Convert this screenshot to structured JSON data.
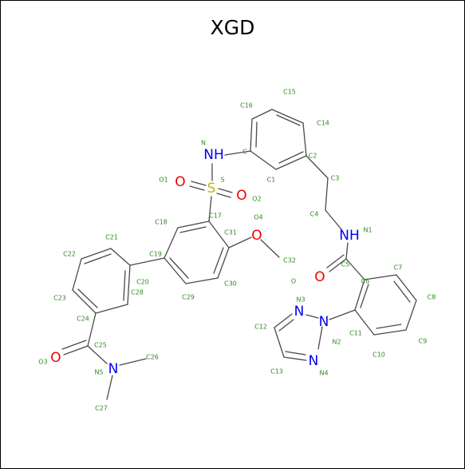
{
  "title": "XGD",
  "colors": {
    "carbon_label": "#2e8b1e",
    "nitrogen": "#0000ee",
    "oxygen": "#ee0000",
    "sulfur": "#c8b400",
    "bond": "#4a4a4a"
  },
  "elements": [
    {
      "id": "nh_top",
      "text": "NH",
      "color": "nitrogen"
    },
    {
      "id": "o1",
      "text": "O",
      "color": "oxygen"
    },
    {
      "id": "s",
      "text": "S",
      "color": "sulfur"
    },
    {
      "id": "o2",
      "text": "O",
      "color": "oxygen"
    },
    {
      "id": "o4",
      "text": "O",
      "color": "oxygen"
    },
    {
      "id": "nh_amide",
      "text": "NH",
      "color": "nitrogen"
    },
    {
      "id": "o_amide",
      "text": "O",
      "color": "oxygen"
    },
    {
      "id": "n3",
      "text": "N",
      "color": "nitrogen"
    },
    {
      "id": "n2",
      "text": "N",
      "color": "nitrogen"
    },
    {
      "id": "n4",
      "text": "N",
      "color": "nitrogen"
    },
    {
      "id": "o3",
      "text": "O",
      "color": "oxygen"
    },
    {
      "id": "n5",
      "text": "N",
      "color": "nitrogen"
    }
  ],
  "atom_labels": [
    {
      "id": "C15",
      "text": "C15"
    },
    {
      "id": "C16",
      "text": "C16"
    },
    {
      "id": "C14",
      "text": "C14"
    },
    {
      "id": "N_top",
      "text": "N"
    },
    {
      "id": "C_top",
      "text": "C"
    },
    {
      "id": "C2",
      "text": "C2"
    },
    {
      "id": "C1",
      "text": "C1"
    },
    {
      "id": "O1",
      "text": "O1"
    },
    {
      "id": "S",
      "text": "S"
    },
    {
      "id": "O2",
      "text": "O2"
    },
    {
      "id": "C3",
      "text": "C3"
    },
    {
      "id": "C18",
      "text": "C18"
    },
    {
      "id": "C17",
      "text": "C17"
    },
    {
      "id": "O4",
      "text": "O4"
    },
    {
      "id": "C4",
      "text": "C4"
    },
    {
      "id": "N1",
      "text": "N1"
    },
    {
      "id": "C21",
      "text": "C21"
    },
    {
      "id": "C31",
      "text": "C31"
    },
    {
      "id": "C22",
      "text": "C22"
    },
    {
      "id": "C19",
      "text": "C19"
    },
    {
      "id": "C32",
      "text": "C32"
    },
    {
      "id": "C5",
      "text": "C5"
    },
    {
      "id": "C7",
      "text": "C7"
    },
    {
      "id": "C20",
      "text": "C20"
    },
    {
      "id": "C30",
      "text": "C30"
    },
    {
      "id": "O",
      "text": "O"
    },
    {
      "id": "C6",
      "text": "C6"
    },
    {
      "id": "C8",
      "text": "C8"
    },
    {
      "id": "C29",
      "text": "C29"
    },
    {
      "id": "N3",
      "text": "N3"
    },
    {
      "id": "C23",
      "text": "C23"
    },
    {
      "id": "C28",
      "text": "C28"
    },
    {
      "id": "C24",
      "text": "C24"
    },
    {
      "id": "C12",
      "text": "C12"
    },
    {
      "id": "C11",
      "text": "C11"
    },
    {
      "id": "N2",
      "text": "N2"
    },
    {
      "id": "C25",
      "text": "C25"
    },
    {
      "id": "C9",
      "text": "C9"
    },
    {
      "id": "C10",
      "text": "C10"
    },
    {
      "id": "O3",
      "text": "O3"
    },
    {
      "id": "C26",
      "text": "C26"
    },
    {
      "id": "N5",
      "text": "N5"
    },
    {
      "id": "C13",
      "text": "C13"
    },
    {
      "id": "N4",
      "text": "N4"
    },
    {
      "id": "C27",
      "text": "C27"
    }
  ]
}
